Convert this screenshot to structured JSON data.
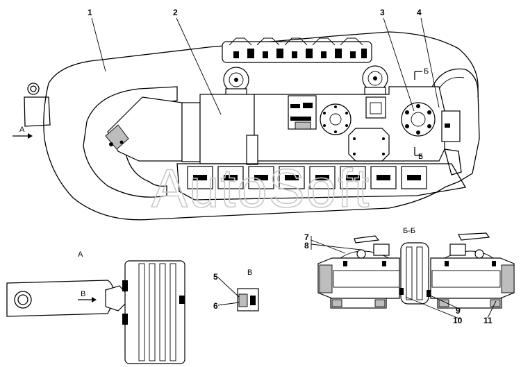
{
  "main_view": {
    "callouts": [
      "1",
      "2",
      "3",
      "4"
    ],
    "view_arrow_label": "A",
    "section_labels": [
      "Б",
      "Б"
    ]
  },
  "view_a": {
    "title": "A",
    "arrow_label": "B"
  },
  "view_b": {
    "title": "B",
    "callouts": [
      "5",
      "6"
    ]
  },
  "section_bb": {
    "title": "Б-Б",
    "callouts": [
      "7",
      "8",
      "9",
      "10",
      "11"
    ]
  },
  "watermark": "AutoSoft"
}
